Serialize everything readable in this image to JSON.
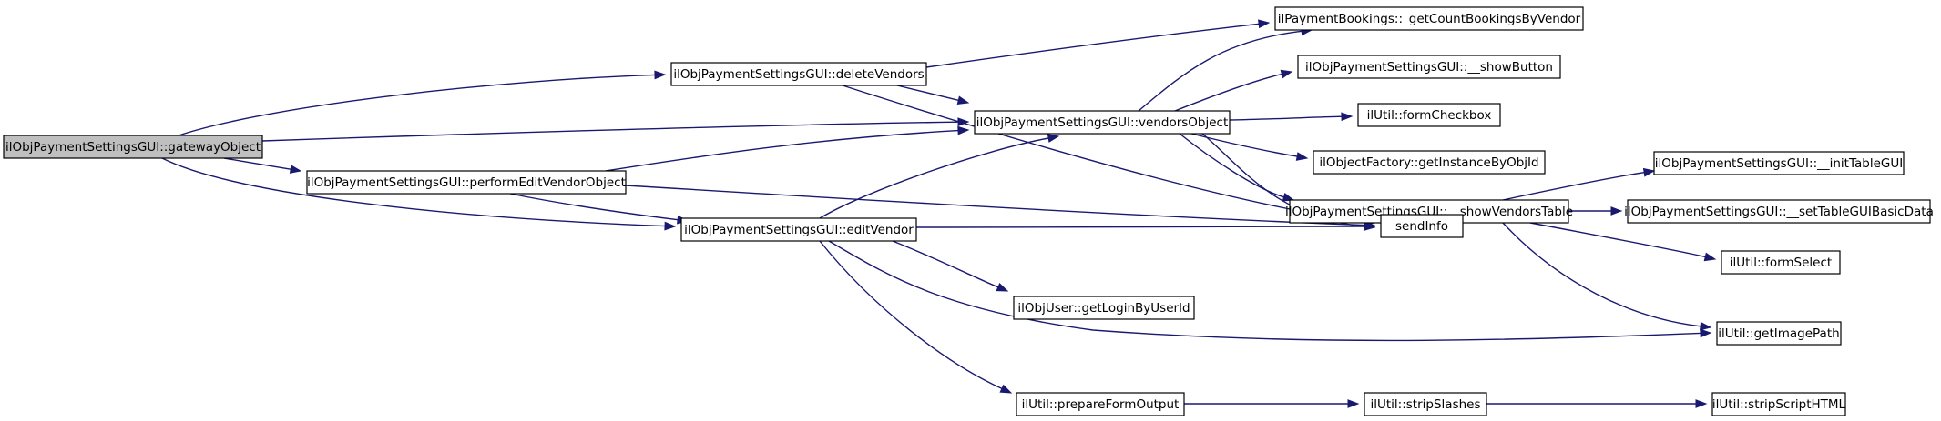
{
  "graph": {
    "nodes": [
      {
        "id": "gatewayObject",
        "label": "ilObjPaymentSettingsGUI::gatewayObject",
        "highlight": true
      },
      {
        "id": "deleteVendors",
        "label": "ilObjPaymentSettingsGUI::deleteVendors"
      },
      {
        "id": "performEditVendorObject",
        "label": "ilObjPaymentSettingsGUI::performEditVendorObject"
      },
      {
        "id": "editVendor",
        "label": "ilObjPaymentSettingsGUI::editVendor"
      },
      {
        "id": "vendorsObject",
        "label": "ilObjPaymentSettingsGUI::vendorsObject"
      },
      {
        "id": "getCountBookingsByVendor",
        "label": "ilPaymentBookings::_getCountBookingsByVendor"
      },
      {
        "id": "showButton",
        "label": "ilObjPaymentSettingsGUI::__showButton"
      },
      {
        "id": "formCheckbox",
        "label": "ilUtil::formCheckbox"
      },
      {
        "id": "getInstanceByObjId",
        "label": "ilObjectFactory::getInstanceByObjId"
      },
      {
        "id": "showVendorsTable",
        "label": "ilObjPaymentSettingsGUI::__showVendorsTable"
      },
      {
        "id": "sendInfo",
        "label": "sendInfo"
      },
      {
        "id": "getLoginByUserId",
        "label": "ilObjUser::getLoginByUserId"
      },
      {
        "id": "prepareFormOutput",
        "label": "ilUtil::prepareFormOutput"
      },
      {
        "id": "stripSlashes",
        "label": "ilUtil::stripSlashes"
      },
      {
        "id": "initTableGUI",
        "label": "ilObjPaymentSettingsGUI::__initTableGUI"
      },
      {
        "id": "setTableGUIBasicData",
        "label": "ilObjPaymentSettingsGUI::__setTableGUIBasicData"
      },
      {
        "id": "formSelect",
        "label": "ilUtil::formSelect"
      },
      {
        "id": "getImagePath",
        "label": "ilUtil::getImagePath"
      },
      {
        "id": "stripScriptHTML",
        "label": "ilUtil::stripScriptHTML"
      }
    ],
    "edges": [
      {
        "from": "gatewayObject",
        "to": "deleteVendors"
      },
      {
        "from": "gatewayObject",
        "to": "vendorsObject"
      },
      {
        "from": "gatewayObject",
        "to": "performEditVendorObject"
      },
      {
        "from": "gatewayObject",
        "to": "editVendor"
      },
      {
        "from": "deleteVendors",
        "to": "getCountBookingsByVendor"
      },
      {
        "from": "deleteVendors",
        "to": "vendorsObject"
      },
      {
        "from": "deleteVendors",
        "to": "sendInfo"
      },
      {
        "from": "performEditVendorObject",
        "to": "vendorsObject"
      },
      {
        "from": "performEditVendorObject",
        "to": "editVendor"
      },
      {
        "from": "performEditVendorObject",
        "to": "sendInfo"
      },
      {
        "from": "editVendor",
        "to": "vendorsObject"
      },
      {
        "from": "editVendor",
        "to": "sendInfo"
      },
      {
        "from": "editVendor",
        "to": "getLoginByUserId"
      },
      {
        "from": "editVendor",
        "to": "getImagePath"
      },
      {
        "from": "editVendor",
        "to": "prepareFormOutput"
      },
      {
        "from": "vendorsObject",
        "to": "getCountBookingsByVendor"
      },
      {
        "from": "vendorsObject",
        "to": "showButton"
      },
      {
        "from": "vendorsObject",
        "to": "formCheckbox"
      },
      {
        "from": "vendorsObject",
        "to": "getInstanceByObjId"
      },
      {
        "from": "vendorsObject",
        "to": "showVendorsTable"
      },
      {
        "from": "vendorsObject",
        "to": "sendInfo"
      },
      {
        "from": "showVendorsTable",
        "to": "initTableGUI"
      },
      {
        "from": "showVendorsTable",
        "to": "setTableGUIBasicData"
      },
      {
        "from": "showVendorsTable",
        "to": "formSelect"
      },
      {
        "from": "showVendorsTable",
        "to": "getImagePath"
      },
      {
        "from": "prepareFormOutput",
        "to": "stripSlashes"
      },
      {
        "from": "stripSlashes",
        "to": "stripScriptHTML"
      }
    ]
  },
  "colors": {
    "edge": "#191970",
    "node_fill": "#ffffff",
    "highlight_fill": "#bfbfbf",
    "border": "#000000"
  }
}
